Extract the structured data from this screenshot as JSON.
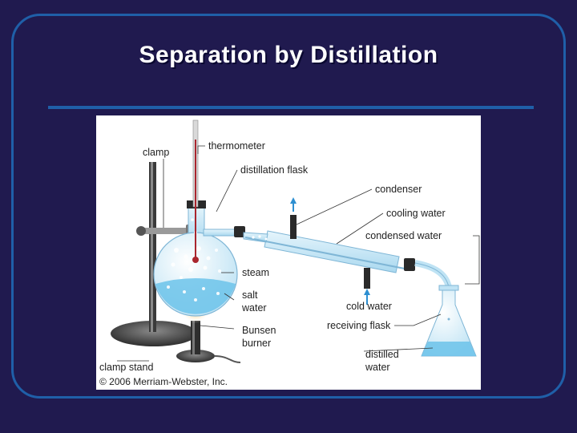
{
  "slide": {
    "title": "Separation by Distillation"
  },
  "colors": {
    "background": "#201a4f",
    "frame": "#1f5fa8",
    "title_text": "#ffffff",
    "glass": "#cfe9f7",
    "liquid": "#6cc3ea"
  },
  "diagram": {
    "labels": {
      "clamp": "clamp",
      "thermometer": "thermometer",
      "distillation_flask": "distillation flask",
      "condenser": "condenser",
      "cooling_water": "cooling water",
      "condensed_water": "condensed water",
      "steam": "steam",
      "salt_1": "salt",
      "salt_2": "water",
      "cold_water": "cold water",
      "receiving_flask": "receiving flask",
      "bunsen_1": "Bunsen",
      "bunsen_2": "burner",
      "distilled_1": "distilled",
      "distilled_2": "water",
      "clamp_stand": "clamp stand"
    },
    "copyright": "© 2006 Merriam-Webster, Inc."
  }
}
